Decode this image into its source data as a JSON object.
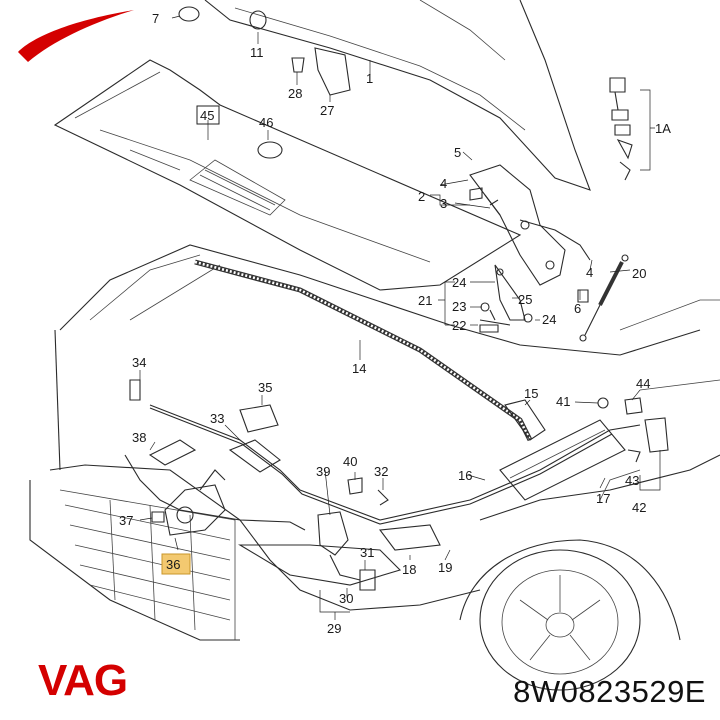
{
  "brand": {
    "name": "VAG",
    "color": "#d40000"
  },
  "part_number": "8W0823529E",
  "highlight": {
    "label": "36",
    "color": "#f3c970"
  },
  "callouts": {
    "c1": "1",
    "c1A": "1A",
    "c2": "2",
    "c3": "3",
    "c4a": "4",
    "c4b": "4",
    "c5": "5",
    "c6": "6",
    "c7": "7",
    "c11": "11",
    "c14": "14",
    "c15": "15",
    "c16": "16",
    "c17": "17",
    "c18": "18",
    "c19": "19",
    "c20": "20",
    "c21": "21",
    "c22": "22",
    "c23": "23",
    "c24a": "24",
    "c24b": "24",
    "c25": "25",
    "c27": "27",
    "c28": "28",
    "c29": "29",
    "c30": "30",
    "c31": "31",
    "c32": "32",
    "c33": "33",
    "c34": "34",
    "c35": "35",
    "c36": "36",
    "c37": "37",
    "c38": "38",
    "c39": "39",
    "c40": "40",
    "c41": "41",
    "c42": "42",
    "c43": "43",
    "c44": "44",
    "c45": "45",
    "c46": "46"
  }
}
